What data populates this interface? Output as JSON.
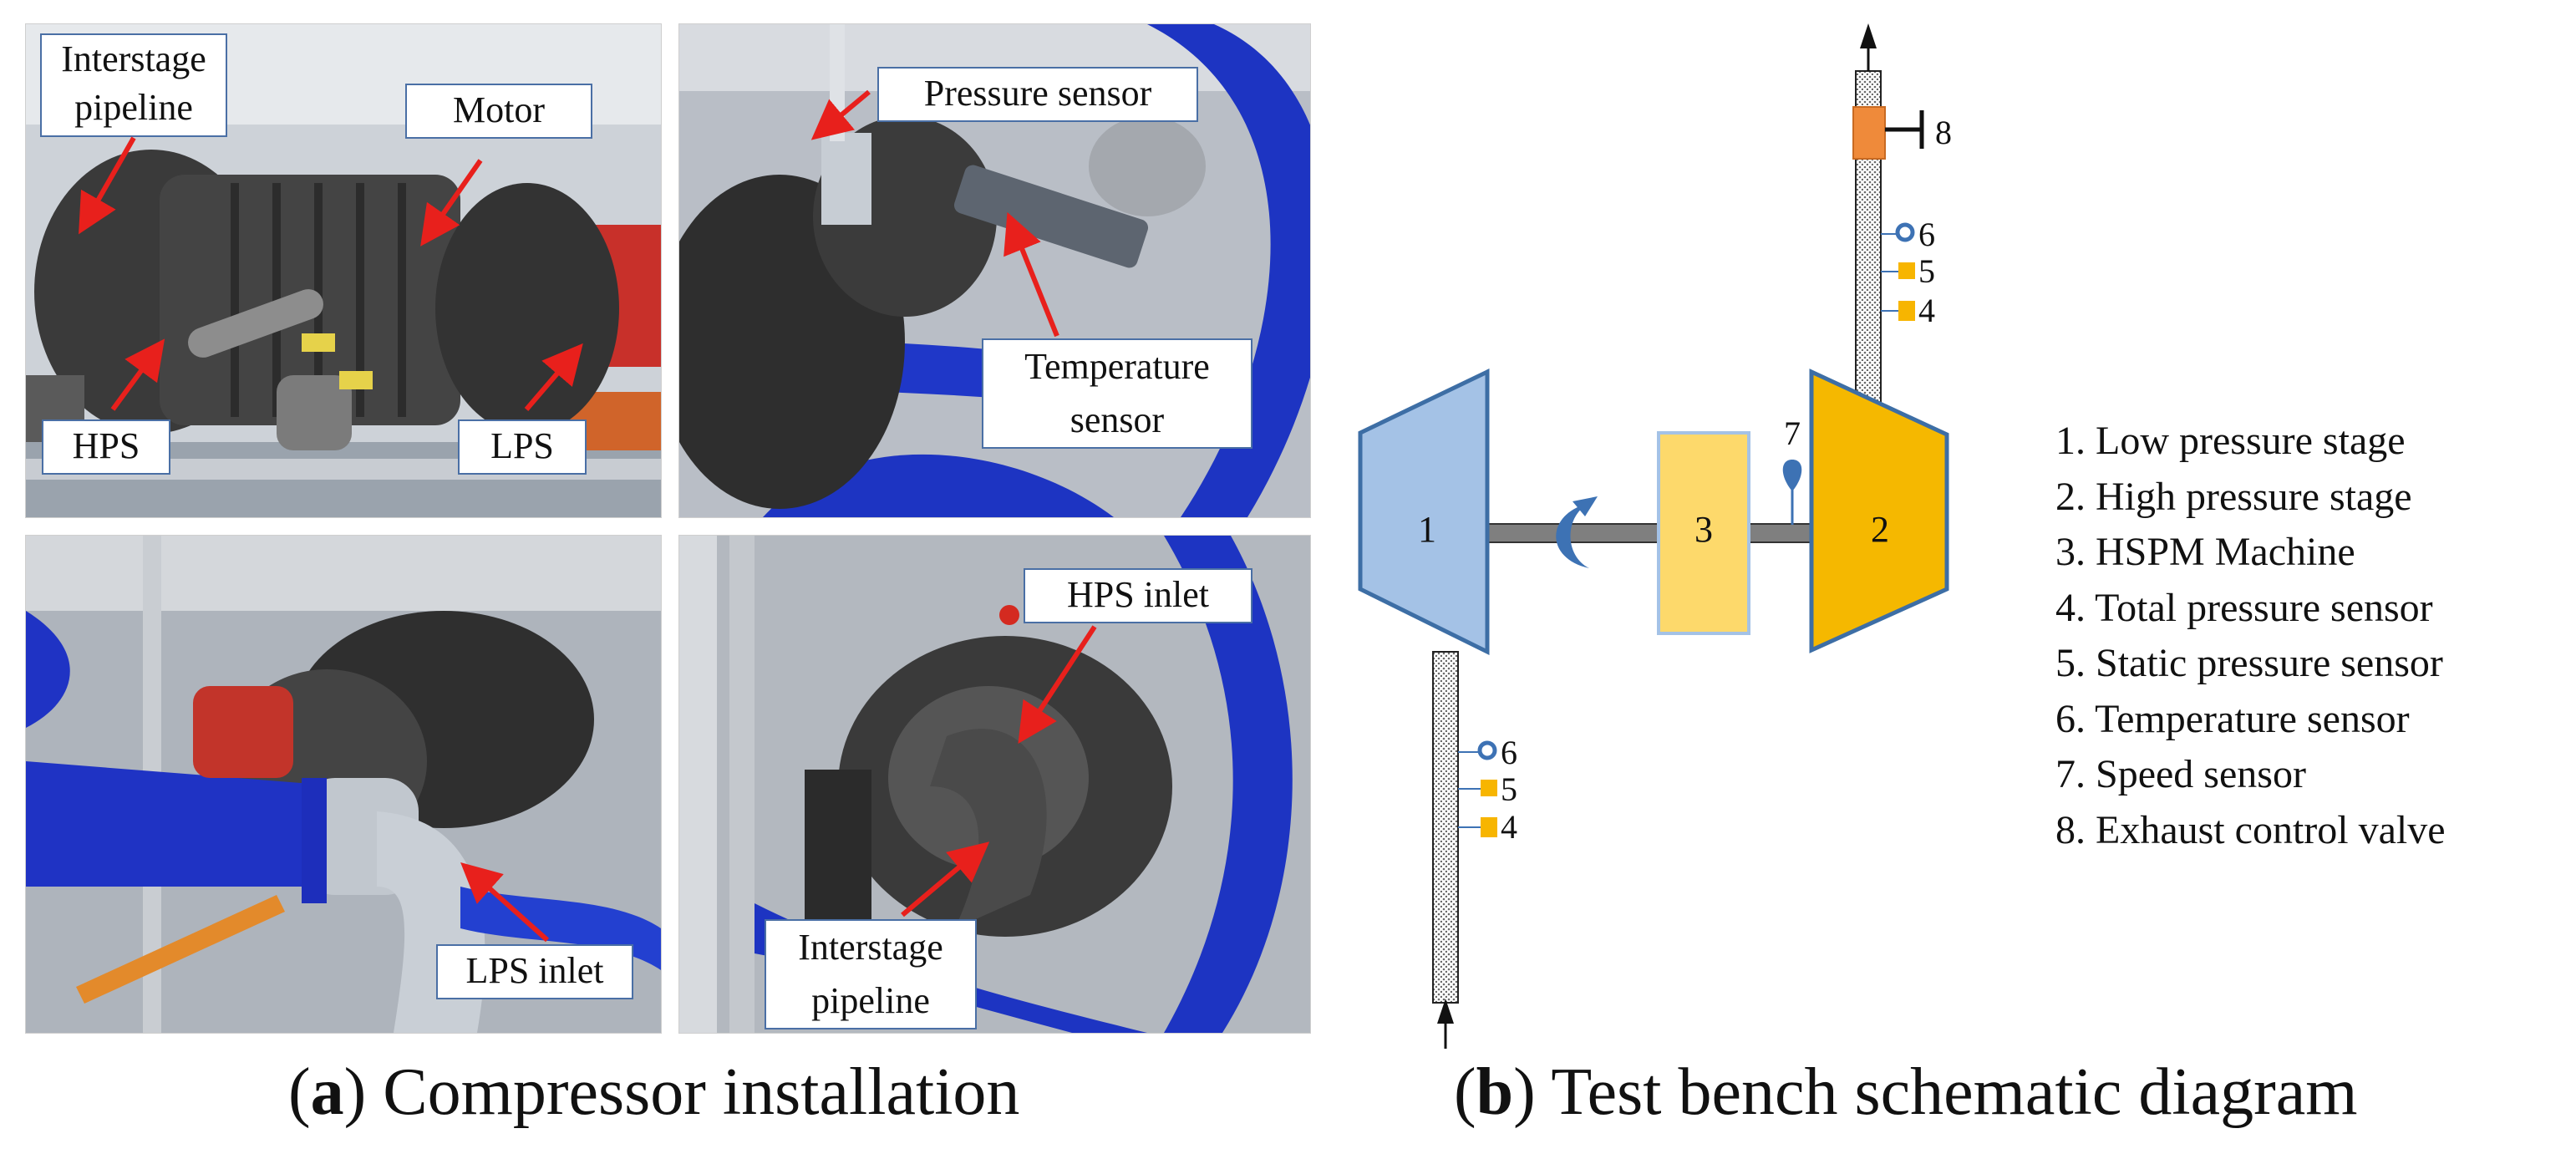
{
  "panel_a": {
    "caption_letter": "a",
    "caption_text": "Compressor installation",
    "photos": [
      {
        "name": "photo-motor-view",
        "labels": [
          "Interstage\npipeline",
          "Motor",
          "HPS",
          "LPS"
        ]
      },
      {
        "name": "photo-sensor-view",
        "labels": [
          "Pressure sensor",
          "Temperature\nsensor"
        ]
      },
      {
        "name": "photo-lps-inlet-view",
        "labels": [
          "LPS inlet"
        ]
      },
      {
        "name": "photo-hps-inlet-view",
        "labels": [
          "HPS inlet",
          "Interstage\npipeline"
        ]
      }
    ]
  },
  "panel_b": {
    "caption_letter": "b",
    "caption_text": "Test bench schematic diagram",
    "nodes": {
      "low_stage": "1",
      "high_stage": "2",
      "machine": "3",
      "speed_sensor": "7",
      "valve": "8",
      "top_temp": "6",
      "top_static": "5",
      "top_total": "4",
      "bottom_temp": "6",
      "bottom_static": "5",
      "bottom_total": "4"
    },
    "legend": [
      "1. Low pressure stage",
      "2. High pressure stage",
      "3. HSPM Machine",
      "4. Total pressure sensor",
      "5. Static pressure sensor",
      "6. Temperature sensor",
      "7. Speed sensor",
      "8. Exhaust control valve"
    ],
    "colors": {
      "low_stage": "#a4c2e6",
      "high_stage": "#f5b800",
      "machine": "#fdd96b",
      "valve": "#ef8a3a",
      "sensor_blue": "#3d72b4",
      "sensor_yellow": "#f7b500",
      "outline": "#3d6ea5"
    }
  }
}
